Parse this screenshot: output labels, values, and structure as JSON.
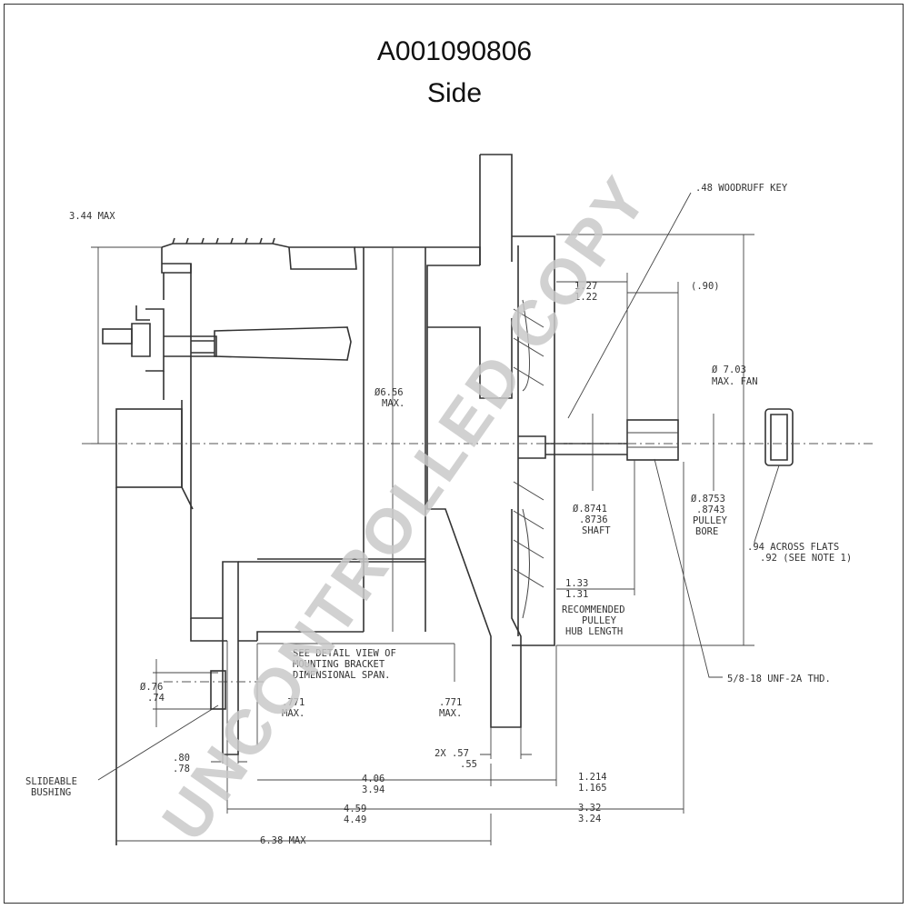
{
  "header": {
    "title": "A001090806",
    "subtitle": "Side"
  },
  "dimensions": {
    "overall_height": "3.44 MAX",
    "woodruff_key": ".48 WOODRUFF KEY",
    "fan_offset_a": "1.27",
    "fan_offset_b": "1.22",
    "fan_offset_ref": "(.90)",
    "fan_dia_a": "Ø 7.03",
    "fan_dia_b": "MAX. FAN",
    "body_dia_a": "Ø6.56",
    "body_dia_b": "MAX.",
    "shaft_a": "Ø.8741",
    "shaft_b": ".8736",
    "shaft_c": "SHAFT",
    "bore_a": "Ø.8753",
    "bore_b": ".8743",
    "bore_c": "PULLEY",
    "bore_d": "BORE",
    "flats_a": ".94 ACROSS FLATS",
    "flats_b": ".92 (SEE NOTE 1)",
    "hub_a": "1.33",
    "hub_b": "1.31",
    "hub_c": "RECOMMENDED",
    "hub_d": "PULLEY",
    "hub_e": "HUB LENGTH",
    "thread": "5/8-18 UNF-2A THD.",
    "bushing_dia_a": "Ø.76",
    "bushing_dia_b": ".74",
    "note_a": "SEE DETAIL VIEW OF",
    "note_b": "MOUNTING BRACKET",
    "note_c": "DIMENSIONAL SPAN.",
    "left_max_a": ".771",
    "left_max_b": "MAX.",
    "right_max_a": ".771",
    "right_max_b": "MAX.",
    "two_x_a": "2X .57",
    "two_x_b": ".55",
    "bushing_w_a": ".80",
    "bushing_w_b": ".78",
    "span_a": "4.06",
    "span_b": "3.94",
    "front_a": "1.214",
    "front_b": "1.165",
    "bracket_a": "4.59",
    "bracket_b": "4.49",
    "shaft_len_a": "3.32",
    "shaft_len_b": "3.24",
    "overall_len": "6.38 MAX",
    "bushing_label_a": "SLIDEABLE",
    "bushing_label_b": "BUSHING"
  },
  "watermark": "UNCONTROLLED COPY"
}
